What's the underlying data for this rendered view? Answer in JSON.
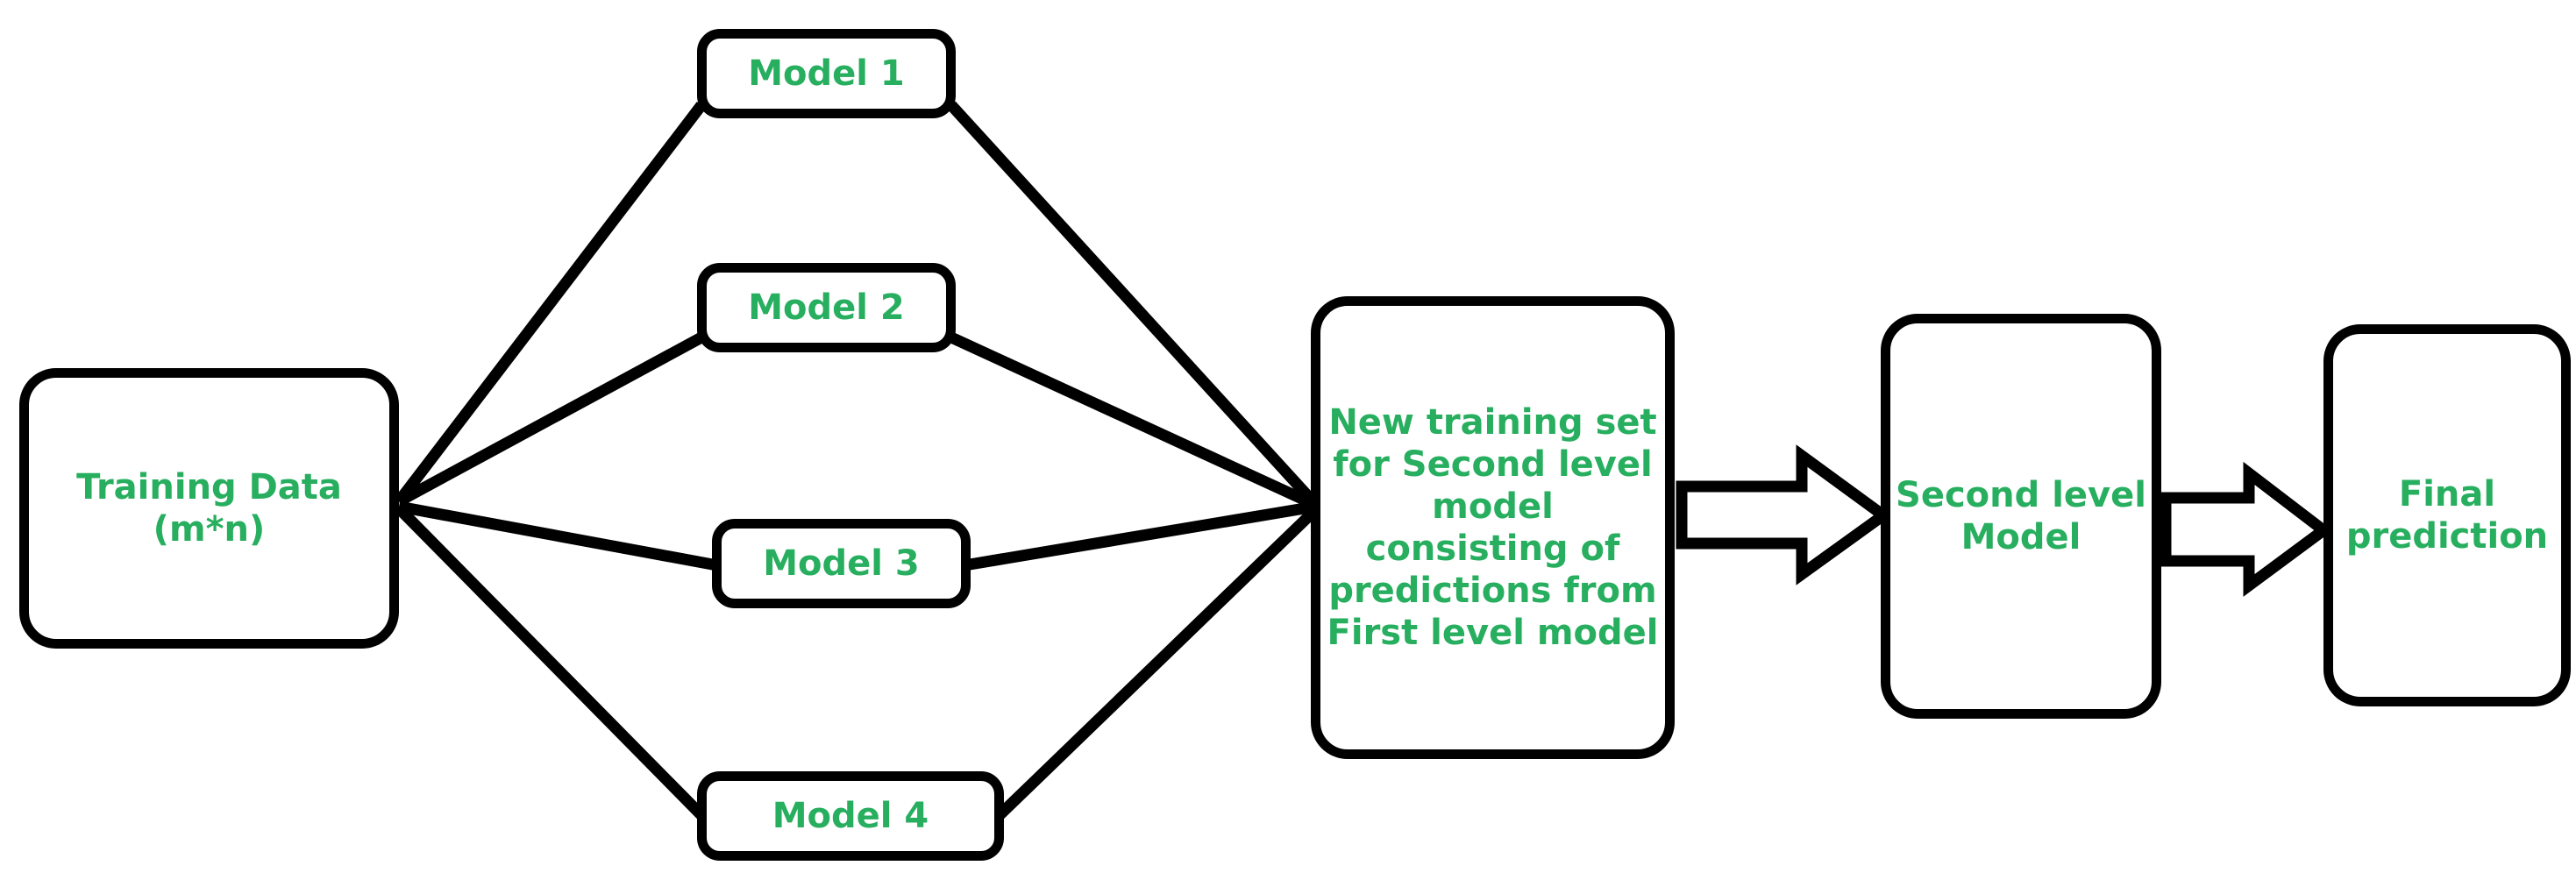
{
  "diagram": {
    "title": "Stacking ensemble: first level models feeding a second level model",
    "background_color": "#ffffff",
    "node_border_color": "#000000",
    "node_fill_color": "#ffffff",
    "label_color": "#27ae5f",
    "edge_color": "#000000"
  },
  "nodes": {
    "training_data": {
      "label": "Training Data\n(m*n)",
      "role": "input"
    },
    "model_1": {
      "label": "Model 1",
      "role": "first-level-model"
    },
    "model_2": {
      "label": "Model 2",
      "role": "first-level-model"
    },
    "model_3": {
      "label": "Model 3",
      "role": "first-level-model"
    },
    "model_4": {
      "label": "Model 4",
      "role": "first-level-model"
    },
    "new_training_set": {
      "label": "New training set for Second level model consisting of predictions from First level model",
      "role": "intermediate-dataset"
    },
    "second_level_model": {
      "label": "Second level Model",
      "role": "second-level-model"
    },
    "final_prediction": {
      "label": "Final prediction",
      "role": "output"
    }
  },
  "edges": [
    {
      "from": "training_data",
      "to": "model_1",
      "style": "line"
    },
    {
      "from": "training_data",
      "to": "model_2",
      "style": "line"
    },
    {
      "from": "training_data",
      "to": "model_3",
      "style": "line"
    },
    {
      "from": "training_data",
      "to": "model_4",
      "style": "line"
    },
    {
      "from": "model_1",
      "to": "new_training_set",
      "style": "line"
    },
    {
      "from": "model_2",
      "to": "new_training_set",
      "style": "line"
    },
    {
      "from": "model_3",
      "to": "new_training_set",
      "style": "line"
    },
    {
      "from": "model_4",
      "to": "new_training_set",
      "style": "line"
    },
    {
      "from": "new_training_set",
      "to": "second_level_model",
      "style": "block-arrow"
    },
    {
      "from": "second_level_model",
      "to": "final_prediction",
      "style": "block-arrow"
    }
  ]
}
